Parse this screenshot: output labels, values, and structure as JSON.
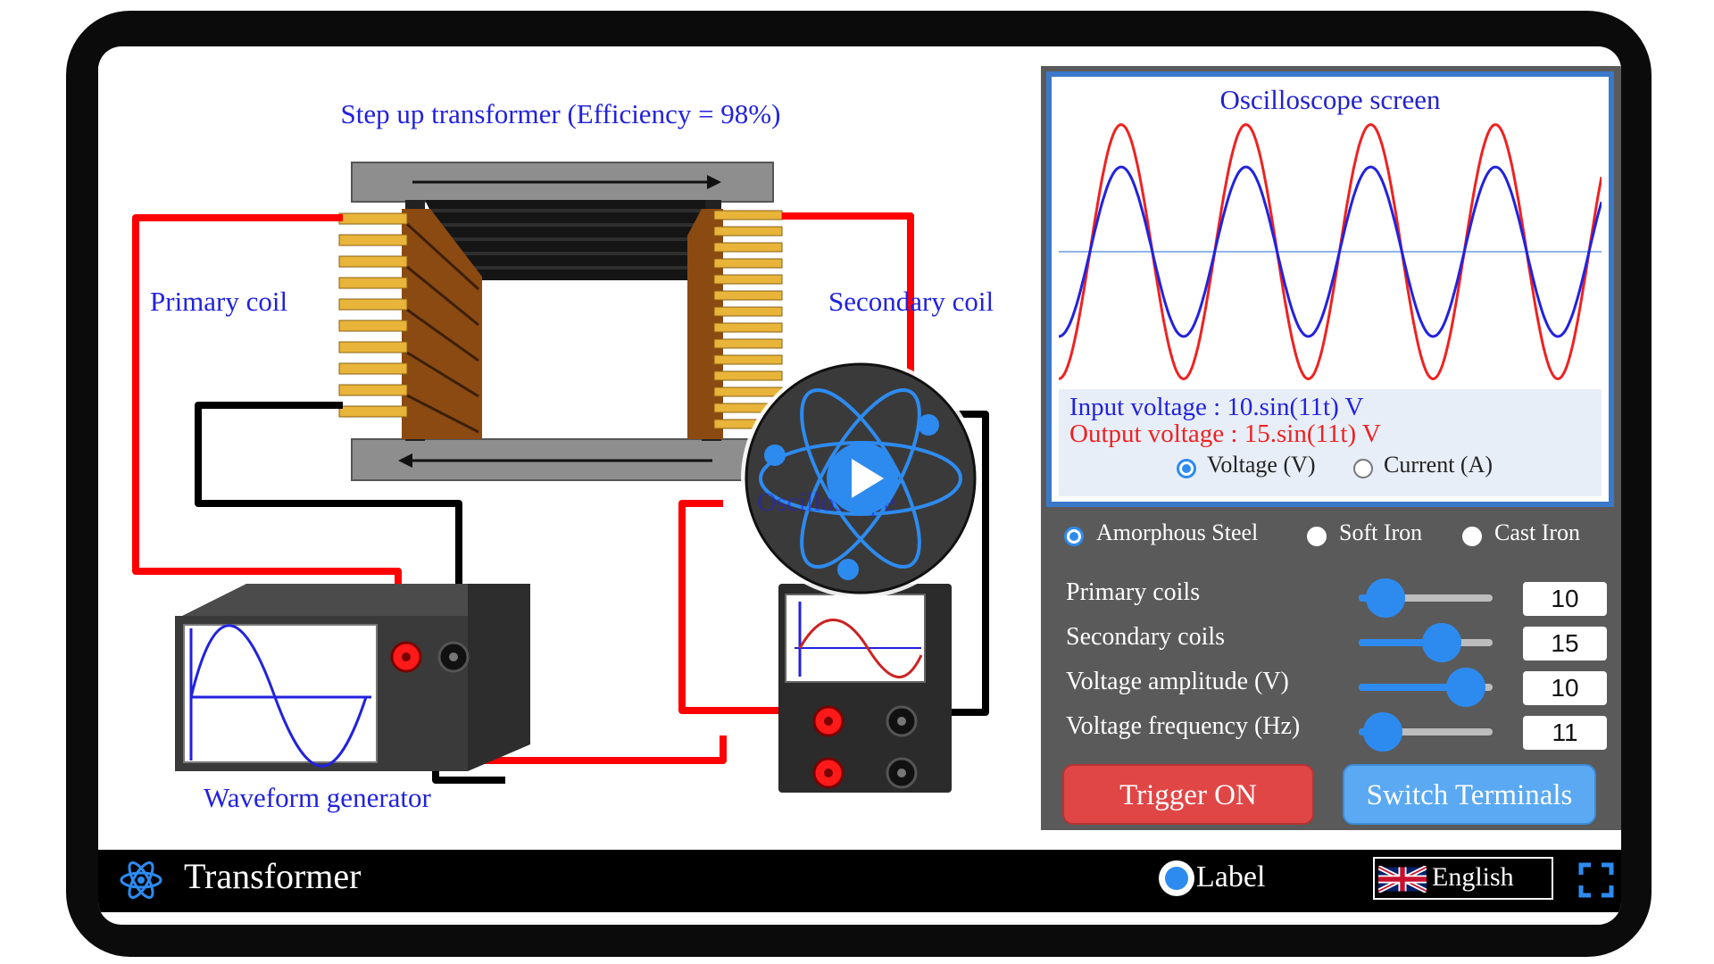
{
  "diagram": {
    "title": "Step up transformer (Efficiency = 98%)",
    "primary_coil_label": "Primary coil",
    "secondary_coil_label": "Secondary coil",
    "waveform_generator_label": "Waveform generator",
    "oscilloscope_label": "Oscilloscope"
  },
  "oscilloscope": {
    "title": "Oscilloscope screen",
    "input_voltage": "Input voltage : 10.sin(11t) V",
    "output_voltage": "Output voltage : 15.sin(11t) V",
    "modes": [
      {
        "label": "Voltage (V)",
        "selected": true
      },
      {
        "label": "Current (A)",
        "selected": false
      }
    ],
    "colors": {
      "input": "#2222dd",
      "output": "#ee2222",
      "axis": "#8fb3e8"
    }
  },
  "core_materials": [
    {
      "label": "Amorphous Steel",
      "selected": true
    },
    {
      "label": "Soft Iron",
      "selected": false
    },
    {
      "label": "Cast Iron",
      "selected": false
    }
  ],
  "controls": {
    "primary_coils": {
      "label": "Primary coils",
      "value": "10",
      "level": 0.2
    },
    "secondary_coils": {
      "label": "Secondary coils",
      "value": "15",
      "level": 0.62
    },
    "voltage_amplitude": {
      "label": "Voltage amplitude (V)",
      "value": "10",
      "level": 0.8
    },
    "voltage_frequency": {
      "label": "Voltage frequency (Hz)",
      "value": "11",
      "level": 0.18
    }
  },
  "buttons": {
    "trigger": "Trigger ON",
    "switch_terminals": "Switch Terminals"
  },
  "footer": {
    "app_title": "Transformer",
    "label_toggle": "Label",
    "language": "English"
  },
  "colors": {
    "accent": "#2d8bf0",
    "trigger_button": "#e04646",
    "switch_button": "#5aa9f2",
    "panel_bg": "#5a5a5a",
    "wire_red": "#ff0000"
  },
  "icons": [
    "atom-icon",
    "play-icon",
    "uk-flag-icon",
    "fullscreen-icon"
  ]
}
